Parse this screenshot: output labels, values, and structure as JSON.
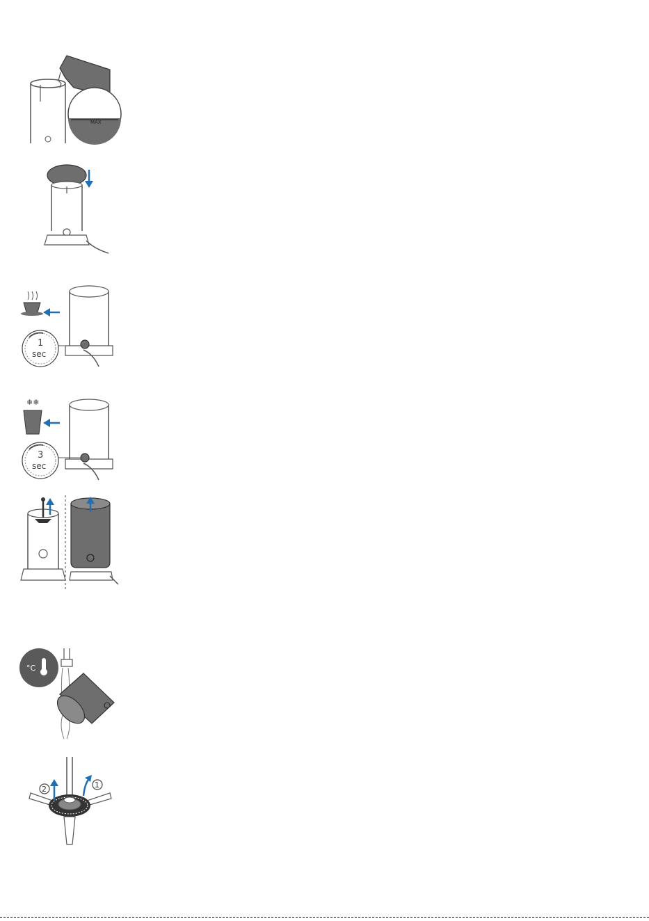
{
  "labels": {
    "max": "MAX",
    "one": "1",
    "three": "3",
    "sec": "sec",
    "celsius": "°C",
    "step1": "1",
    "step2": "2"
  },
  "colors": {
    "accent": "#1f6fb8",
    "dark_gray": "#5a5a5a",
    "outline": "#444444",
    "light_fill": "#ffffff"
  }
}
